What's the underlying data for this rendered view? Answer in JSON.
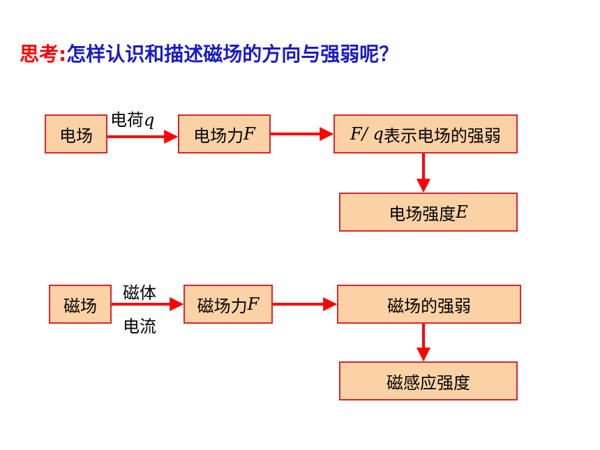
{
  "title": {
    "prefix": "思考:",
    "text": "怎样认识和描述磁场的方向与强弱呢？"
  },
  "electric": {
    "field": "电场",
    "charge_label": "电荷",
    "charge_var": "q",
    "force_label": "电场力",
    "force_var": "F",
    "ratio_var": "F/ q",
    "ratio_label": "表示电场的强弱",
    "intensity_label": "电场强度",
    "intensity_var": "E"
  },
  "magnetic": {
    "field": "磁场",
    "source_top": "磁体",
    "source_bottom": "电流",
    "force_label": "磁场力",
    "force_var": "F",
    "strength_label": "磁场的强弱",
    "induction_label": "磁感应强度"
  },
  "colors": {
    "box_fill": "#fbd2a6",
    "box_border": "#d8262c",
    "arrow": "#ff0000",
    "title_prefix": "#ff0000",
    "title_text": "#1a1ac8"
  }
}
